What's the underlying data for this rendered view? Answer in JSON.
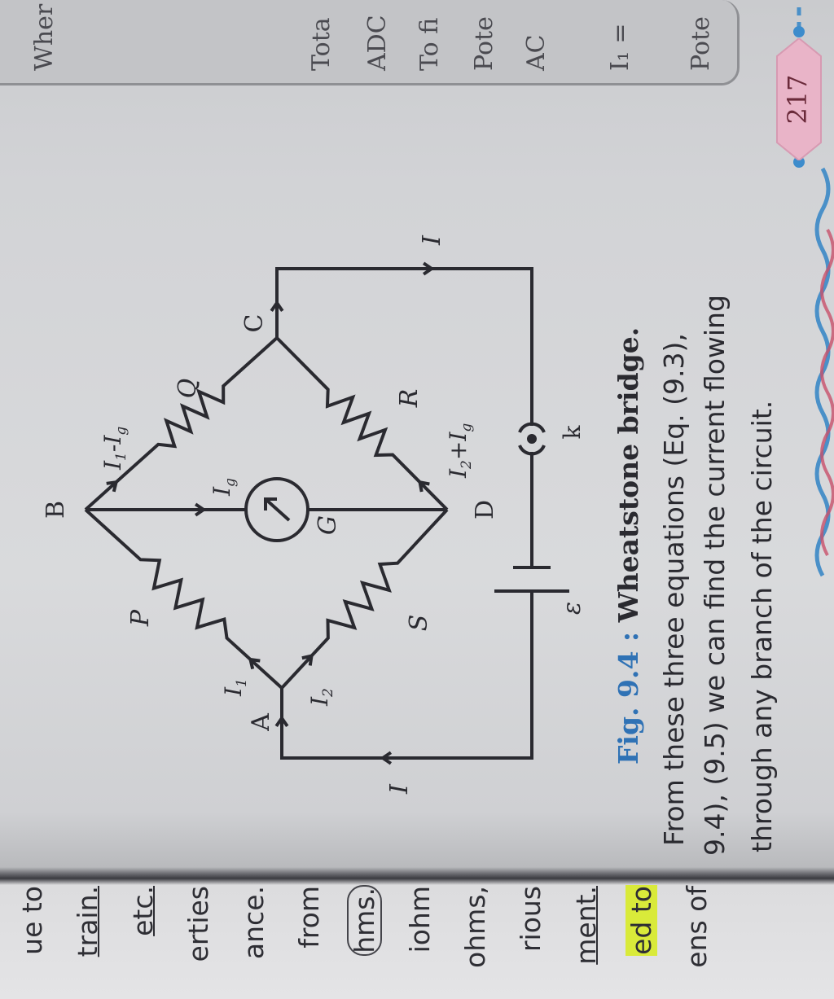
{
  "previous_page": {
    "line_endings": [
      "ue to",
      "train.",
      "etc.",
      "erties",
      "ance.",
      "from",
      "hms.",
      "iohm",
      "ohms,",
      "rious",
      "ment.",
      "ed to",
      "ens of"
    ]
  },
  "next_page": {
    "first_word": "Wher",
    "box_lines": [
      "Tota",
      "ADC",
      "To fi",
      "Pote",
      "AC",
      "I₁ =",
      "Pote"
    ],
    "page_number": "217"
  },
  "figure": {
    "nodes": {
      "a": "A",
      "b": "B",
      "c": "C",
      "d": "D"
    },
    "resistors": {
      "p": "P",
      "q": "Q",
      "r": "R",
      "s": "S"
    },
    "galvanometer": "G",
    "emf": "ε",
    "key": "k",
    "currents": {
      "i": "I",
      "i1": {
        "main": "I",
        "sub": "1"
      },
      "i2": {
        "main": "I",
        "sub": "2"
      },
      "ig": {
        "main": "I",
        "sub": "g"
      },
      "i1_minus_ig": {
        "main": "I",
        "sub": "1",
        "main2": "-I",
        "sub2": "g"
      },
      "i2_plus_ig": {
        "main": "I",
        "sub": "2",
        "main2": "+I",
        "sub2": "g"
      }
    },
    "caption_label": "Fig. 9.4 :",
    "caption_title": "Wheatstone bridge."
  },
  "body_lines": [
    "From these three equations (Eq. (9.3),",
    "9.4), (9.5) we can find the current flowing",
    "through any branch of the circuit."
  ],
  "colors": {
    "caption_label": "#2f72b5",
    "page_badge": "#e9b4c8",
    "highlight": "#d9ea3a",
    "ink": "#2a2a30"
  }
}
